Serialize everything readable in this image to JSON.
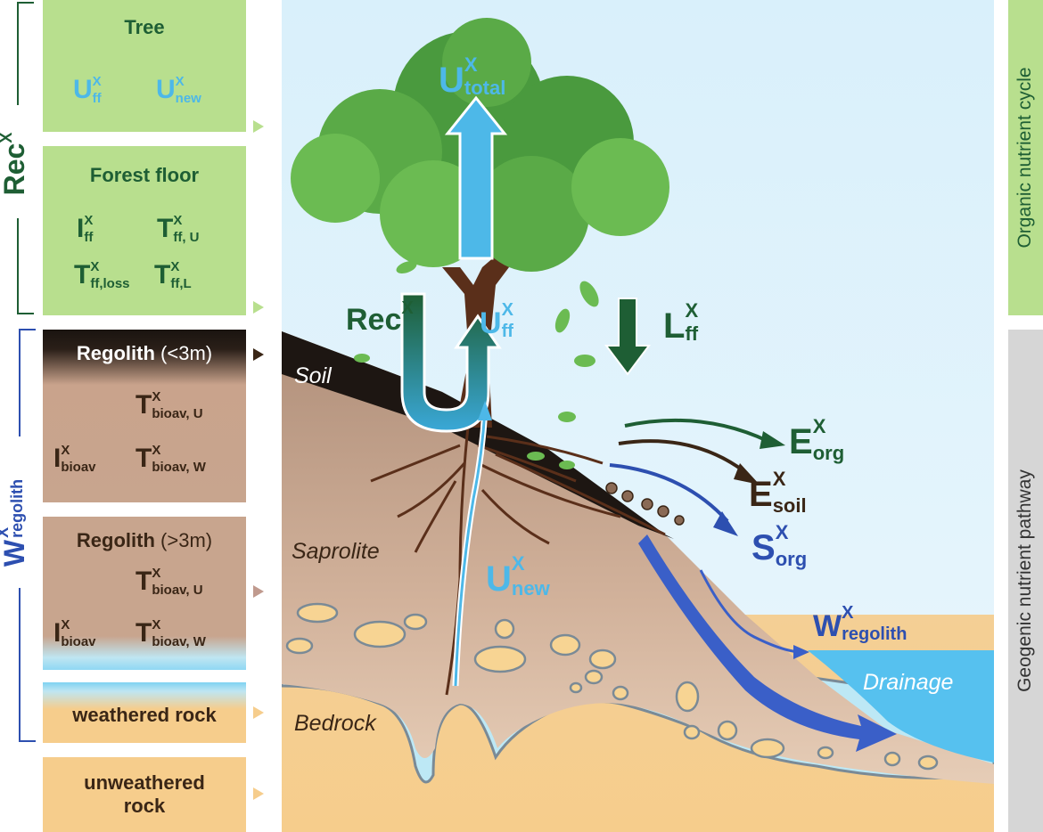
{
  "colors": {
    "green_dark": "#1e5e34",
    "green_box": "#b8df8e",
    "blue_light": "#4db8e8",
    "blue_dark": "#2d4fb0",
    "brown_dark": "#3a2616",
    "soil_brown": "#c8a58e",
    "sand": "#f6cd8c",
    "sky": "#dff2fb",
    "gray_bar": "#d6d6d6",
    "water": "#56c1ef"
  },
  "left_panel": {
    "rec_label": {
      "base": "Rec",
      "sup": "X"
    },
    "w_label": {
      "base": "W",
      "sup": "X",
      "sub": "regolith"
    },
    "tree_box": {
      "title": "Tree",
      "symbols": [
        {
          "base": "U",
          "sup": "X",
          "sub": "ff"
        },
        {
          "base": "U",
          "sup": "X",
          "sub": "new"
        }
      ]
    },
    "forest_floor_box": {
      "title": "Forest floor",
      "symbols": [
        {
          "base": "I",
          "sup": "X",
          "sub": "ff"
        },
        {
          "base": "T",
          "sup": "X",
          "sub": "ff, U"
        },
        {
          "base": "T",
          "sup": "X",
          "sub": "ff,loss"
        },
        {
          "base": "T",
          "sup": "X",
          "sub": "ff,L"
        }
      ]
    },
    "regolith_shallow_box": {
      "title": "Regolith",
      "title_suffix": "(<3m)",
      "symbols": [
        {
          "base": "T",
          "sup": "X",
          "sub": "bioav, U"
        },
        {
          "base": "I",
          "sup": "X",
          "sub": "bioav"
        },
        {
          "base": "T",
          "sup": "X",
          "sub": "bioav, W"
        }
      ]
    },
    "regolith_deep_box": {
      "title": "Regolith",
      "title_suffix": "(>3m)",
      "symbols": [
        {
          "base": "T",
          "sup": "X",
          "sub": "bioav, U"
        },
        {
          "base": "I",
          "sup": "X",
          "sub": "bioav"
        },
        {
          "base": "T",
          "sup": "X",
          "sub": "bioav, W"
        }
      ]
    },
    "weathered_box": {
      "title": "weathered rock"
    },
    "unweathered_box": {
      "title_line1": "unweathered",
      "title_line2": "rock"
    }
  },
  "right_bars": {
    "organic": "Organic nutrient cycle",
    "geogenic": "Geogenic nutrient pathway"
  },
  "scene": {
    "layers": {
      "soil": "Soil",
      "saprolite": "Saprolite",
      "bedrock": "Bedrock",
      "drainage": "Drainage"
    },
    "fluxes": {
      "u_total": {
        "base": "U",
        "sup": "X",
        "sub": "total"
      },
      "rec": {
        "base": "Rec",
        "sup": "X"
      },
      "u_ff": {
        "base": "U",
        "sup": "X",
        "sub": "ff"
      },
      "l_ff": {
        "base": "L",
        "sup": "X",
        "sub": "ff"
      },
      "e_org": {
        "base": "E",
        "sup": "X",
        "sub": "org"
      },
      "e_soil": {
        "base": "E",
        "sup": "X",
        "sub": "soil"
      },
      "s_org": {
        "base": "S",
        "sup": "X",
        "sub": "org"
      },
      "u_new": {
        "base": "U",
        "sup": "X",
        "sub": "new"
      },
      "w_regolith": {
        "base": "W",
        "sup": "X",
        "sub": "regolith"
      }
    }
  }
}
